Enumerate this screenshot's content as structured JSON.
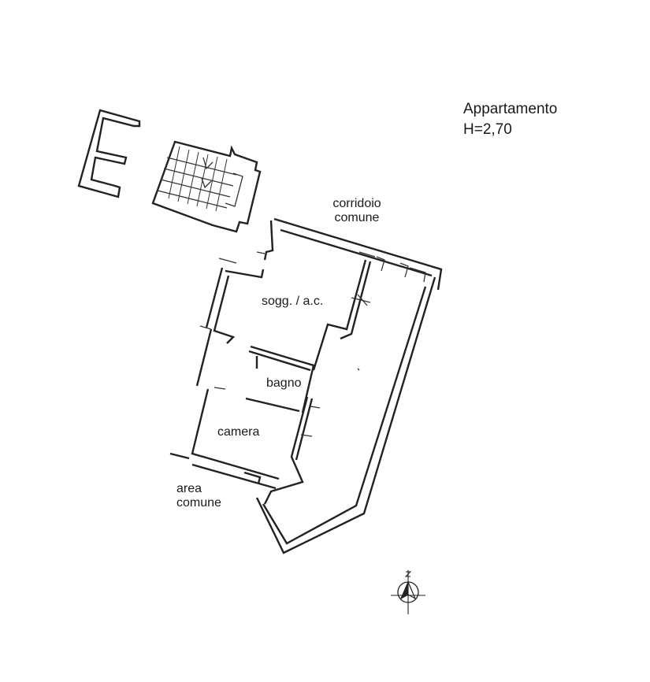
{
  "header": {
    "title": "Appartamento",
    "height_note": "H=2,70"
  },
  "rooms": {
    "corridoio_line1": "corridoio",
    "corridoio_line2": "comune",
    "soggiorno": "sogg. / a.c.",
    "bagno": "bagno",
    "camera": "camera",
    "area_line1": "area",
    "area_line2": "comune"
  },
  "icons": {
    "north_arrow": "north-arrow-icon"
  }
}
